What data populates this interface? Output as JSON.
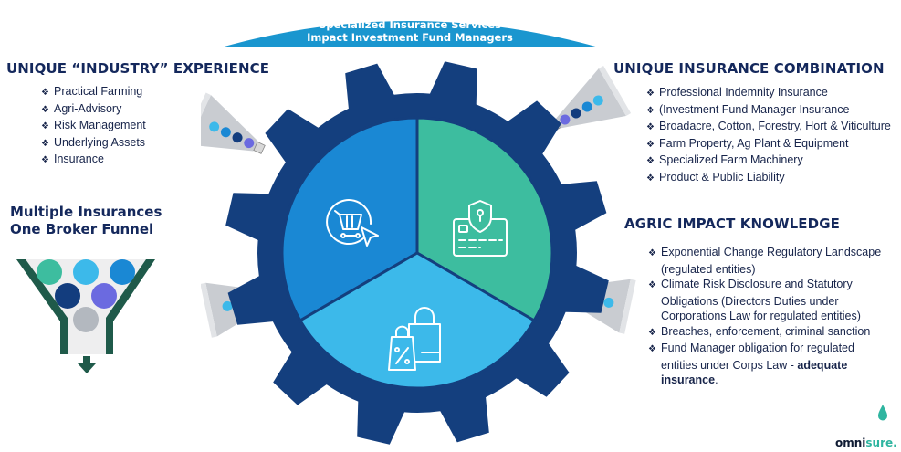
{
  "banner": {
    "line1": "Specialized Insurance Services",
    "line2": "Impact Investment Fund Managers",
    "color": "#1a96cf"
  },
  "left_top": {
    "heading": "UNIQUE “INDUSTRY” EXPERIENCE",
    "bullet_glyph": "❖",
    "items": [
      "Practical Farming",
      "Agri-Advisory",
      "Risk Management",
      "Underlying Assets",
      "Insurance"
    ]
  },
  "funnel": {
    "title_line1": "Multiple Insurances",
    "title_line2": "One Broker Funnel",
    "frame_color": "#1f5a4a",
    "balls": [
      "#3dbd9f",
      "#3cb9ea",
      "#1a88d4",
      "#133d7e",
      "#6b6ae0",
      "#b3b8bf"
    ],
    "arrow_icon": "arrow-down-icon"
  },
  "right_top": {
    "heading": "UNIQUE INSURANCE COMBINATION",
    "bullet_glyph": "❖",
    "items": [
      "Professional Indemnity Insurance",
      "(Investment Fund Manager Insurance",
      "Broadacre, Cotton, Forestry, Hort & Viticulture",
      "Farm Property, Ag Plant & Equipment",
      "Specialized Farm Machinery",
      "Product & Public Liability"
    ]
  },
  "right_bottom": {
    "heading": "AGRIC IMPACT KNOWLEDGE",
    "bullet_glyph": "❖",
    "items": [
      {
        "lines": [
          "Exponential Change Regulatory Landscape",
          "(regulated entities)"
        ]
      },
      {
        "lines": [
          "Climate Risk Disclosure and Statutory",
          "Obligations (Directors Duties under",
          "Corporations Law for regulated entities)"
        ]
      },
      {
        "lines": [
          "Breaches, enforcement, criminal sanction"
        ]
      },
      {
        "lines": [
          "Fund Manager obligation  for regulated",
          "entities under Corps Law - "
        ],
        "bold_tail": "adequate",
        "bold_line3": "insurance",
        "tail": "."
      }
    ]
  },
  "gear": {
    "frame_color": "#143f7e",
    "segments": [
      {
        "name": "shopping",
        "color": "#1a88d4",
        "icon": "shopping-cart-cursor-icon"
      },
      {
        "name": "security",
        "color": "#3dbd9f",
        "icon": "card-shield-lock-icon"
      },
      {
        "name": "discount",
        "color": "#3cb9ea",
        "icon": "shopping-bags-percent-icon"
      }
    ]
  },
  "megaphones": {
    "dot_colors": [
      "#3cb9ea",
      "#1a88d4",
      "#133d7e",
      "#6b6ae0"
    ],
    "cone_color": "#c9ccd1"
  },
  "logo": {
    "part1": "omni",
    "part2": "sure",
    "dot": ".",
    "drop_color": "#2fb5a0"
  }
}
